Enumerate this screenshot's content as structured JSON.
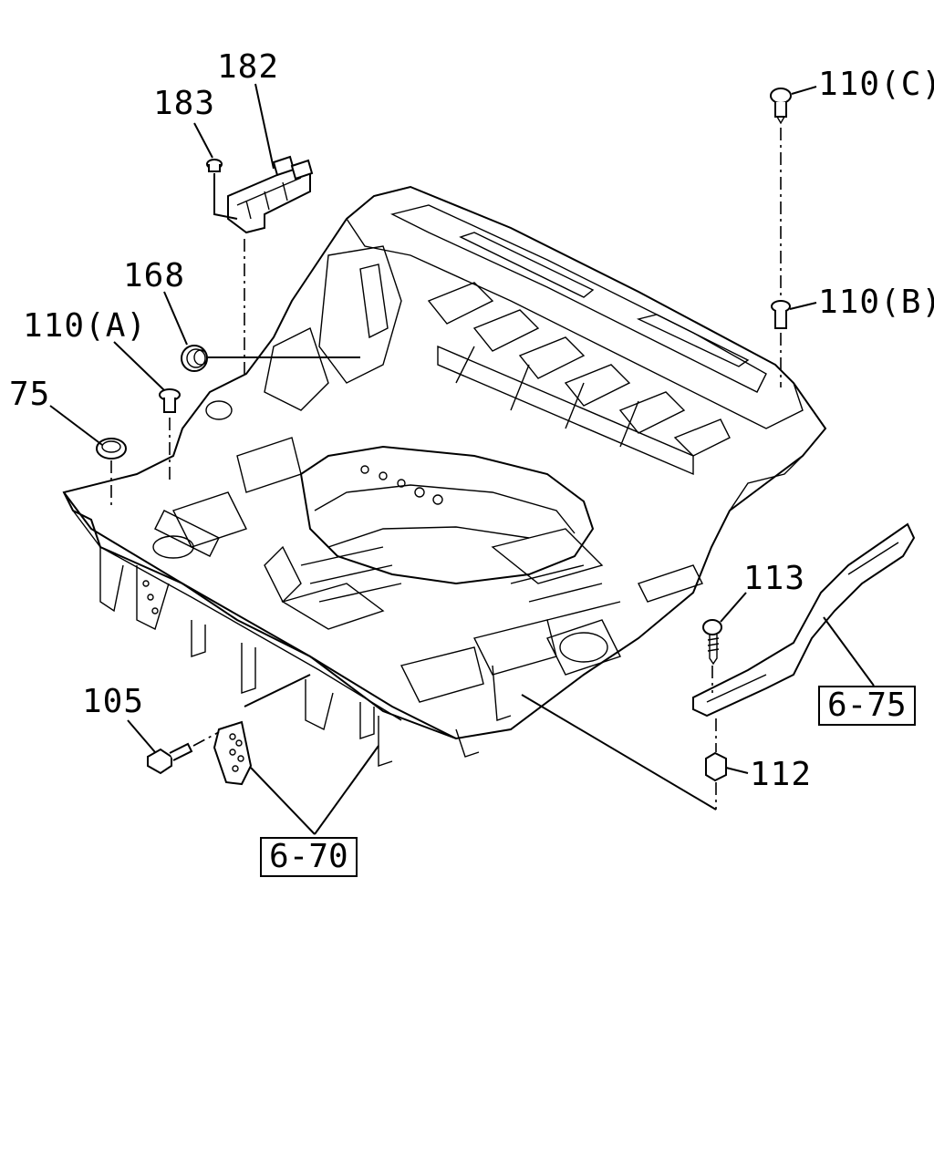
{
  "diagram": {
    "callouts": {
      "p182": "182",
      "p183": "183",
      "p168": "168",
      "p110a": "110(A)",
      "p75": "75",
      "p110c": "110(C)",
      "p110b": "110(B)",
      "p113": "113",
      "p105": "105",
      "p112": "112"
    },
    "references": {
      "r670": "6-70",
      "r675": "6-75"
    }
  }
}
